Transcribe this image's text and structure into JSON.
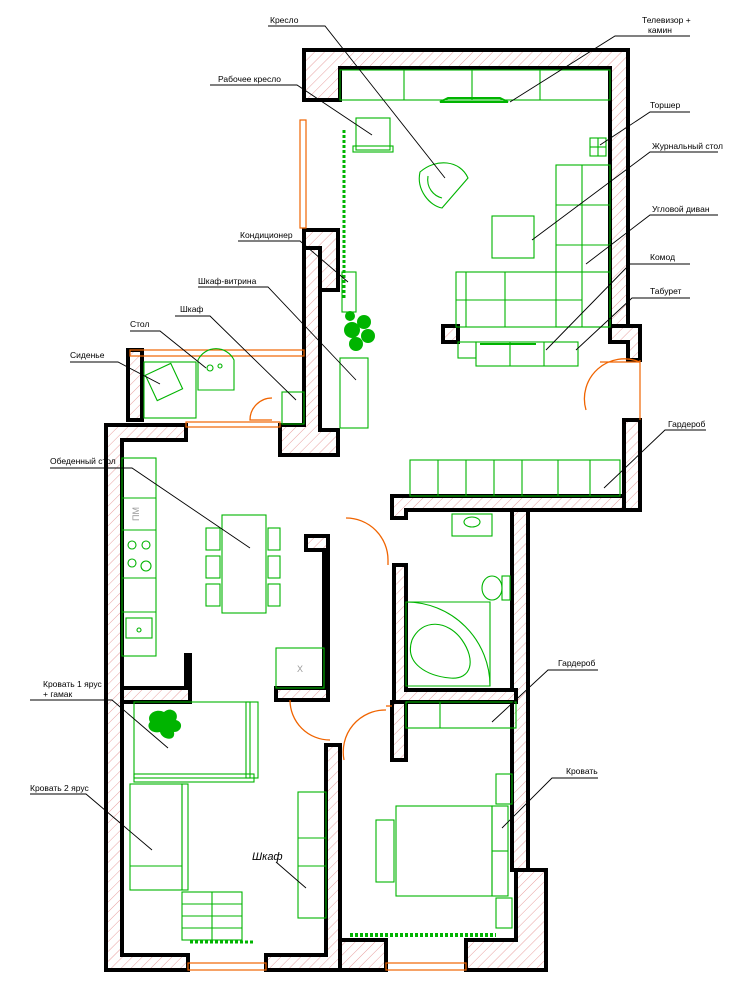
{
  "labels": {
    "armchair": "Кресло",
    "tv_fireplace_1": "Телевизор +",
    "tv_fireplace_2": "камин",
    "work_chair": "Рабочее кресло",
    "floor_lamp": "Торшер",
    "coffee_table": "Журнальный стол",
    "corner_sofa": "Угловой диван",
    "air_conditioner": "Кондиционер",
    "display_cabinet": "Шкаф-витрина",
    "dresser": "Комод",
    "stool": "Табурет",
    "wardrobe_small": "Шкаф",
    "table": "Стол",
    "seat": "Сиденье",
    "dressing_room_hall": "Гардероб",
    "dining_table": "Обеденный стол",
    "bunk_1_line1": "Кровать 1 ярус",
    "bunk_1_line2": "+ гамак",
    "bunk_2": "Кровать 2 ярус",
    "dressing_room_bed": "Гардероб",
    "bed": "Кровать",
    "wardrobe_kids": "Шкаф"
  },
  "appliance_marks": {
    "dishwasher": "ПМ",
    "fridge": "X"
  },
  "colors": {
    "walls": "#000000",
    "wall_hatch": "#e8a0a0",
    "furniture": "#00b400",
    "doors_windows": "#f06400",
    "text": "#000000"
  }
}
